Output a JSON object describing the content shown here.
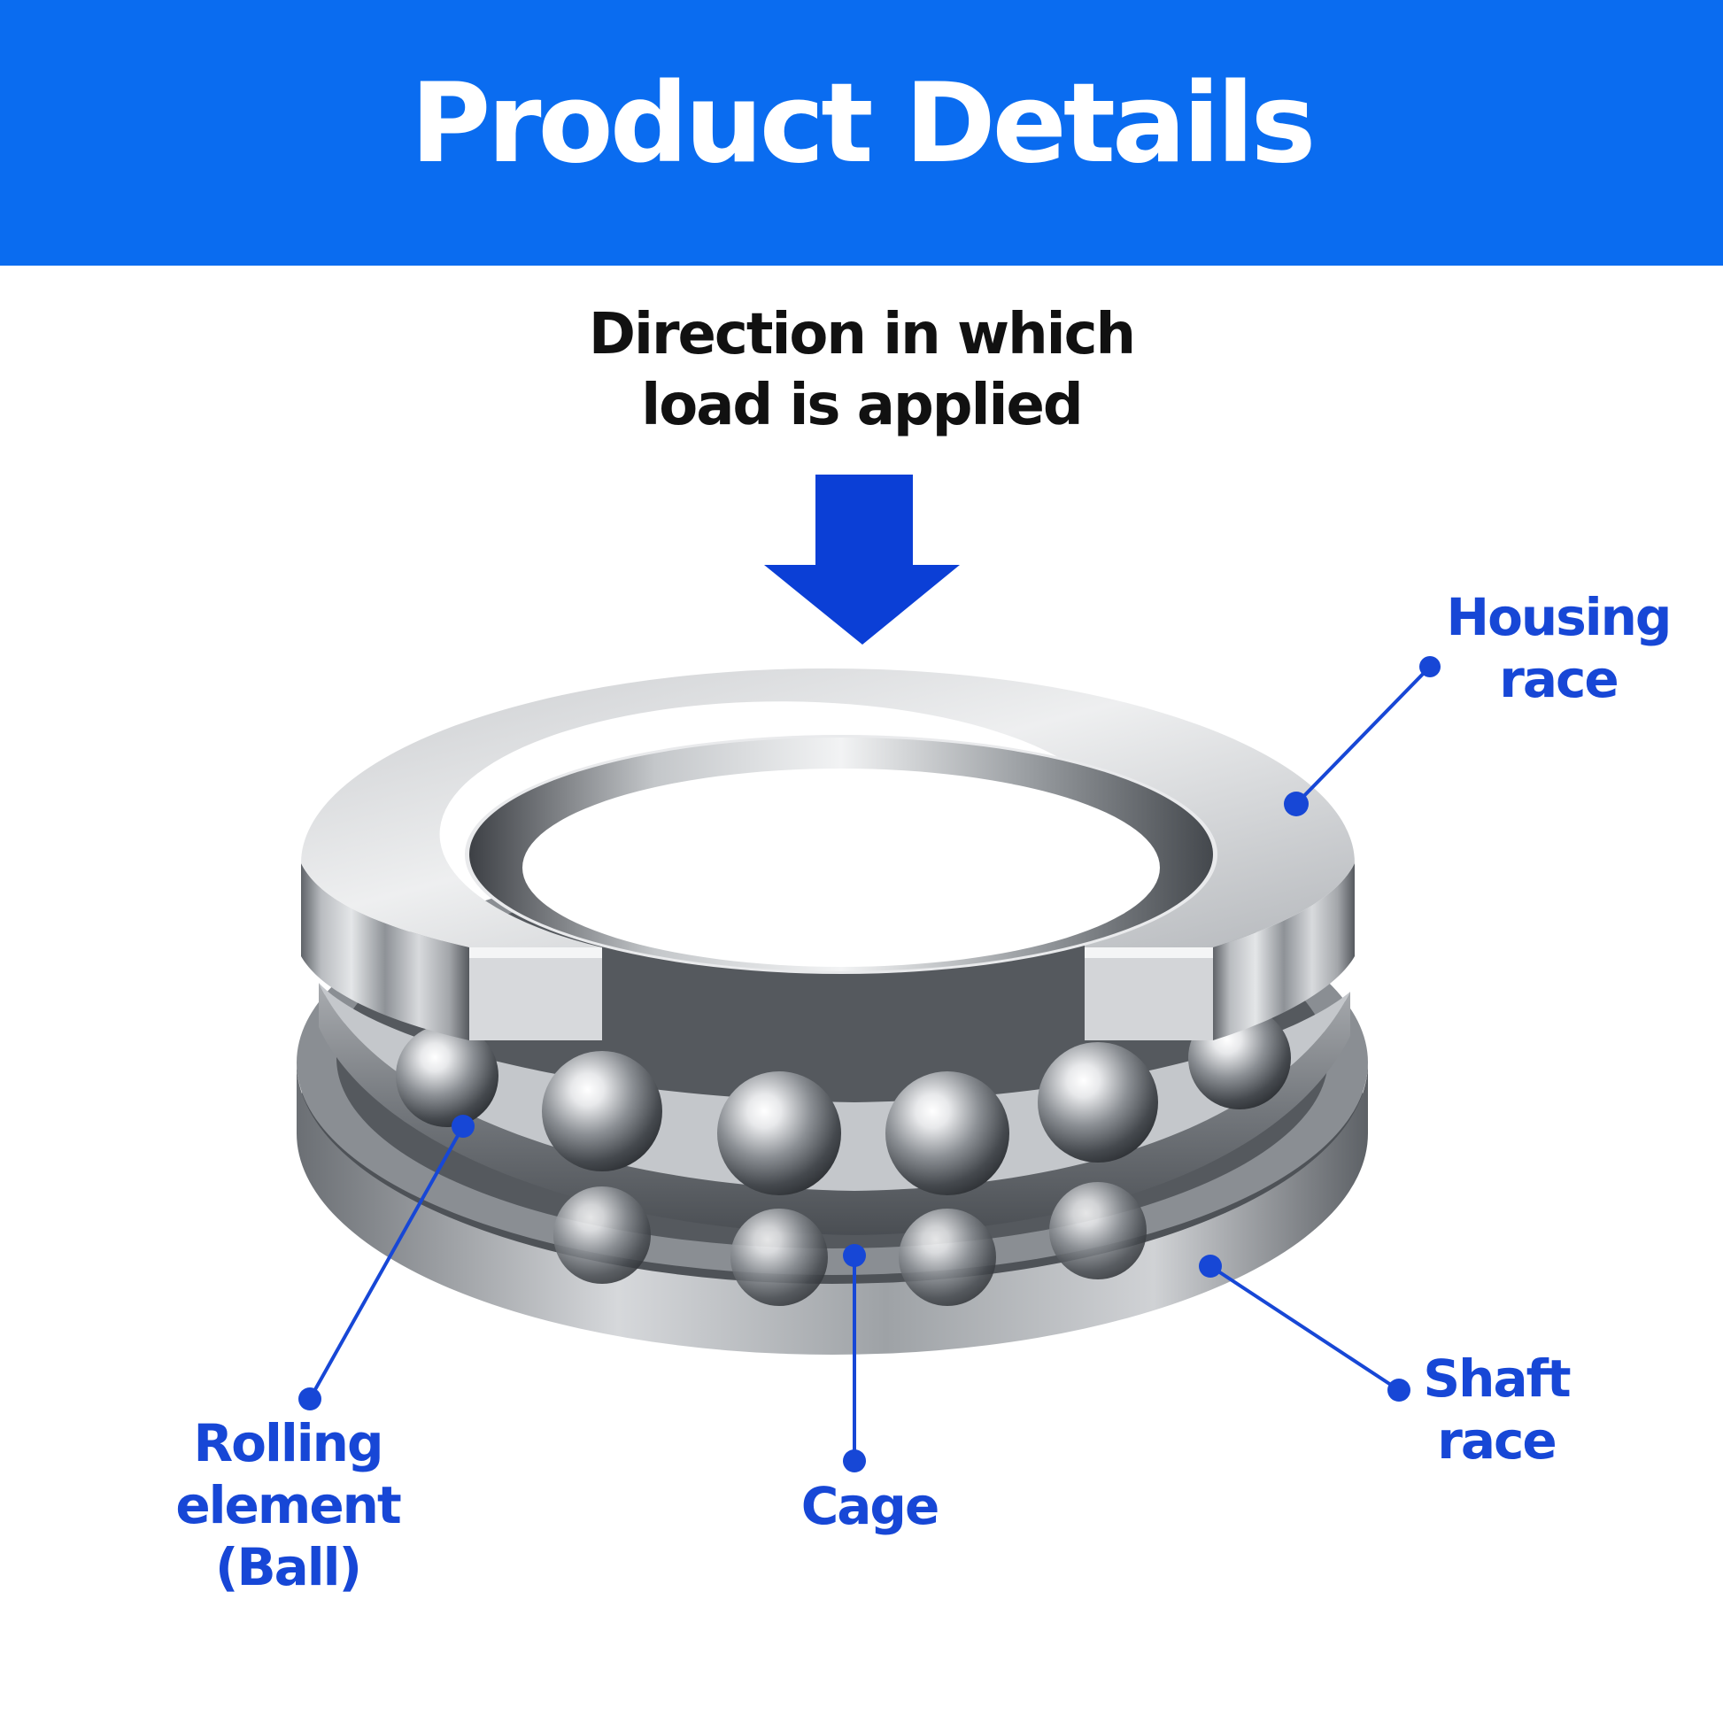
{
  "header": {
    "title": "Product Details"
  },
  "load_direction": {
    "line1": "Direction in which",
    "line2": "load is applied"
  },
  "labels": {
    "housing_race": {
      "line1": "Housing",
      "line2": "race"
    },
    "shaft_race": {
      "line1": "Shaft",
      "line2": "race"
    },
    "rolling_element": {
      "line1": "Rolling element",
      "line2": "(Ball)"
    },
    "cage": {
      "line1": "Cage"
    }
  },
  "colors": {
    "header_bg": "#0a6cf0",
    "accent": "#1747d6",
    "arrow": "#0b3fd6",
    "text_dark": "#111111"
  }
}
